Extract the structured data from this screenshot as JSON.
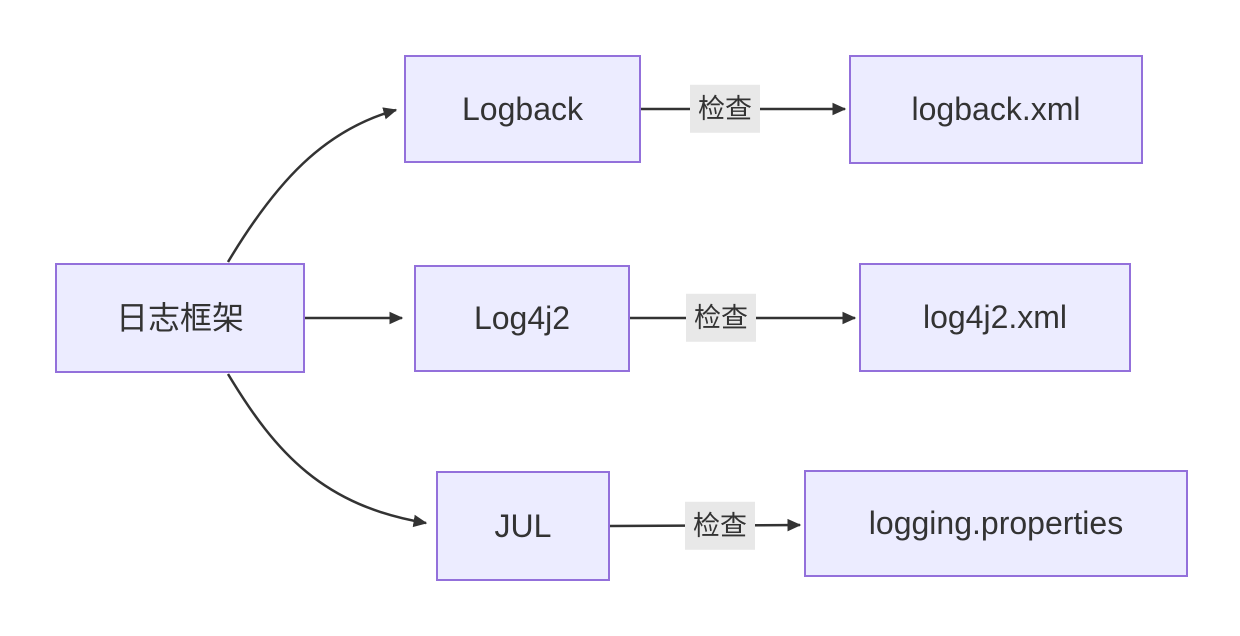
{
  "diagram": {
    "type": "flowchart-lr",
    "root": {
      "label": "日志框架"
    },
    "branches": [
      {
        "framework": "Logback",
        "edge_label": "检查",
        "config_file": "logback.xml"
      },
      {
        "framework": "Log4j2",
        "edge_label": "检查",
        "config_file": "log4j2.xml"
      },
      {
        "framework": "JUL",
        "edge_label": "检查",
        "config_file": "logging.properties"
      }
    ],
    "colors": {
      "background": "#ffffff",
      "node_fill": "#ECECFF",
      "node_border": "#9370DB",
      "edge_stroke": "#333333",
      "edge_label_bg": "#e8e8e8",
      "text": "#333333"
    }
  }
}
